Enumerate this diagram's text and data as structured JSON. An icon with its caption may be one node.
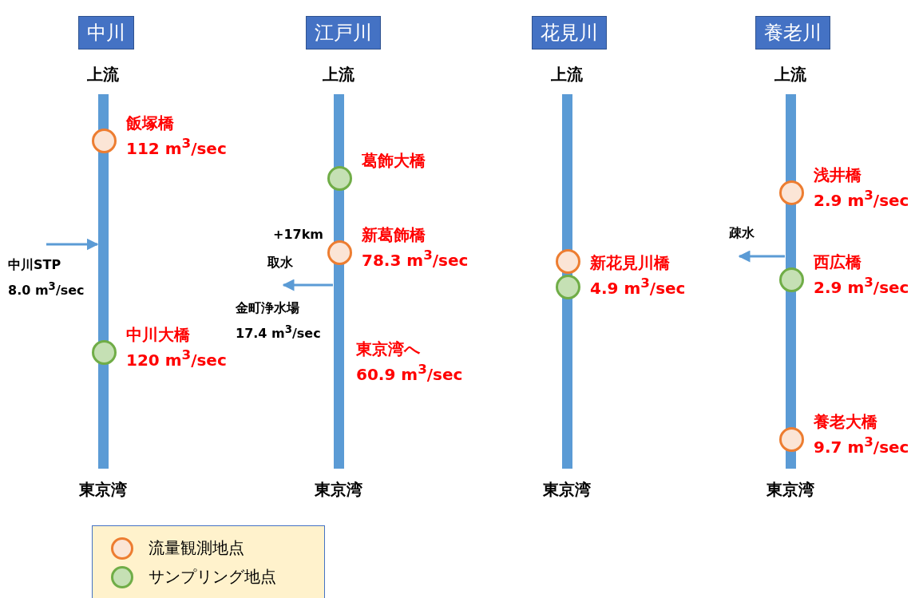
{
  "diagram": {
    "nodes": [
      {
        "text": [
          "中川"
        ]
      },
      {
        "text": [
          "江戸川"
        ]
      },
      {
        "text": [
          "花見川"
        ]
      },
      {
        "text": [
          "養老川"
        ]
      },
      {
        "text": [],
        "shape": "bar",
        "beside": [
          "上流",
          "東京湾"
        ]
      },
      {
        "text": [],
        "shape": "bar",
        "beside": [
          "上流",
          "東京湾",
          "東京湾へ",
          "60.9 m$^{3}$/sec"
        ]
      },
      {
        "text": [],
        "shape": "bar",
        "beside": [
          "上流",
          "東京湾"
        ]
      },
      {
        "text": [],
        "shape": "bar",
        "beside": [
          "上流",
          "東京湾"
        ]
      },
      {
        "text": [],
        "shape": "circle",
        "beside": [
          "飯塚橋",
          "112 m$^{3}$/sec"
        ]
      },
      {
        "text": [],
        "shape": "circle",
        "beside": [
          "中川大橋",
          "120 m$^{3}$/sec"
        ]
      },
      {
        "text": [],
        "shape": "circle",
        "beside": [
          "葛飾大橋"
        ]
      },
      {
        "text": [],
        "shape": "circle",
        "beside": [
          "新葛飾橋",
          "78.3 m$^{3}$/sec"
        ]
      },
      {
        "text": [],
        "shape": "circle",
        "beside": [
          "新花見川橋",
          "4.9 m$^{3}$/sec"
        ]
      },
      {
        "text": [],
        "shape": "circle"
      },
      {
        "text": [],
        "shape": "circle",
        "beside": [
          "浅井橋",
          "2.9 m$^{3}$/sec"
        ]
      },
      {
        "text": [],
        "shape": "circle",
        "beside": [
          "西広橋",
          "2.9 m$^{3}$/sec"
        ]
      },
      {
        "text": [],
        "shape": "circle",
        "beside": [
          "養老大橋",
          "9.7 m$^{3}$/sec"
        ]
      },
      {
        "text": [
          "中川STP",
          "8.0 m$^{3}$/sec"
        ]
      },
      {
        "text": [
          "金町浄水場",
          "17.4 m$^{3}$/sec"
        ]
      }
    ],
    "edges": [
      {
        "from": 17,
        "to": 4,
        "arrow": "to"
      },
      {
        "from": 5,
        "to": 18,
        "arrow": "to",
        "label": "取水"
      },
      {
        "from": 7,
        "to": null,
        "arrow": "to",
        "label": "疎水"
      }
    ],
    "labels": [
      "+17km"
    ],
    "legend": [
      {
        "text": "流量観測地点"
      },
      {
        "text": "サンプリング地点"
      }
    ]
  }
}
